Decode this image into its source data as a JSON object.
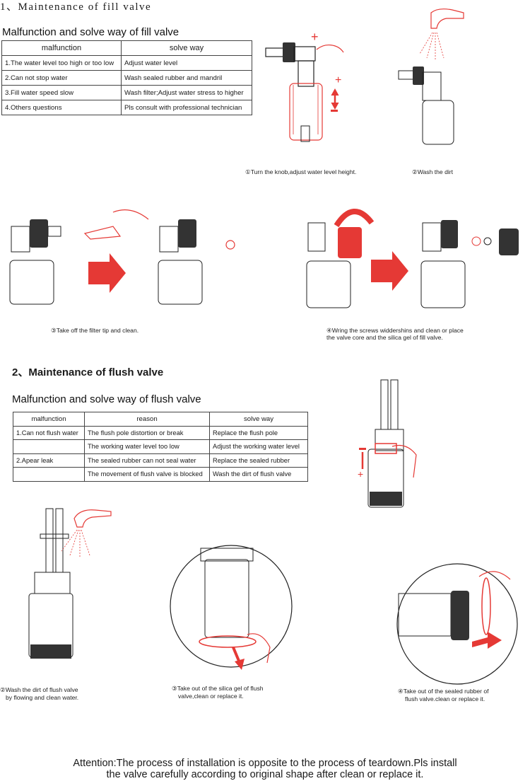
{
  "fill_section": {
    "heading": "1、Maintenance of fill valve",
    "table_title": "Malfunction and solve way of fill valve",
    "columns": [
      "malfunction",
      "solve way"
    ],
    "rows": [
      [
        "1.The water level too high or too low",
        "Adjust water level"
      ],
      [
        "2.Can not stop water",
        "Wash sealed rubber and mandril"
      ],
      [
        "3.Fill water speed slow",
        "Wash filter;Adjust water stress to higher"
      ],
      [
        "4.Others questions",
        "Pls consult with professional technician"
      ]
    ],
    "captions": {
      "step1": "①Turn the knob,adjust water level height.",
      "step2": "②Wash the dirt",
      "step3": "③Take off the filter tip and clean.",
      "step4_line1": "④Wring the screws widdershins and clean or place",
      "step4_line2": "the valve core and the silica gel of fill valve."
    }
  },
  "flush_section": {
    "heading": "2、Maintenance of flush valve",
    "table_title": "Malfunction and solve way of flush valve",
    "columns": [
      "malfunction",
      "reason",
      "solve way"
    ],
    "rows": [
      [
        "1.Can not flush water",
        "The flush pole distortion or break",
        "Replace the flush pole"
      ],
      [
        "",
        "The  working water level too low",
        "Adjust the working water level"
      ],
      [
        "2.Apear leak",
        "The  sealed rubber can not seal water",
        "Replace the sealed rubber"
      ],
      [
        "",
        "The movement of flush valve is blocked",
        "Wash the dirt of flush valve"
      ]
    ],
    "captions": {
      "step2_line1": "②Wash the dirt of flush valve",
      "step2_line2": "by flowing and clean water.",
      "step3_line1": "③Take out of the silica gel of flush",
      "step3_line2": "valve,clean or replace it.",
      "step4_line1": "④Take out of the sealed rubber of",
      "step4_line2": "flush valve.clean or replace it."
    }
  },
  "footer": {
    "line1": "Attention:The process of installation is opposite to the process of teardown.Pls install",
    "line2": "the valve carefully according to original shape after clean or replace it."
  },
  "colors": {
    "accent": "#e53935",
    "line": "#222222"
  }
}
